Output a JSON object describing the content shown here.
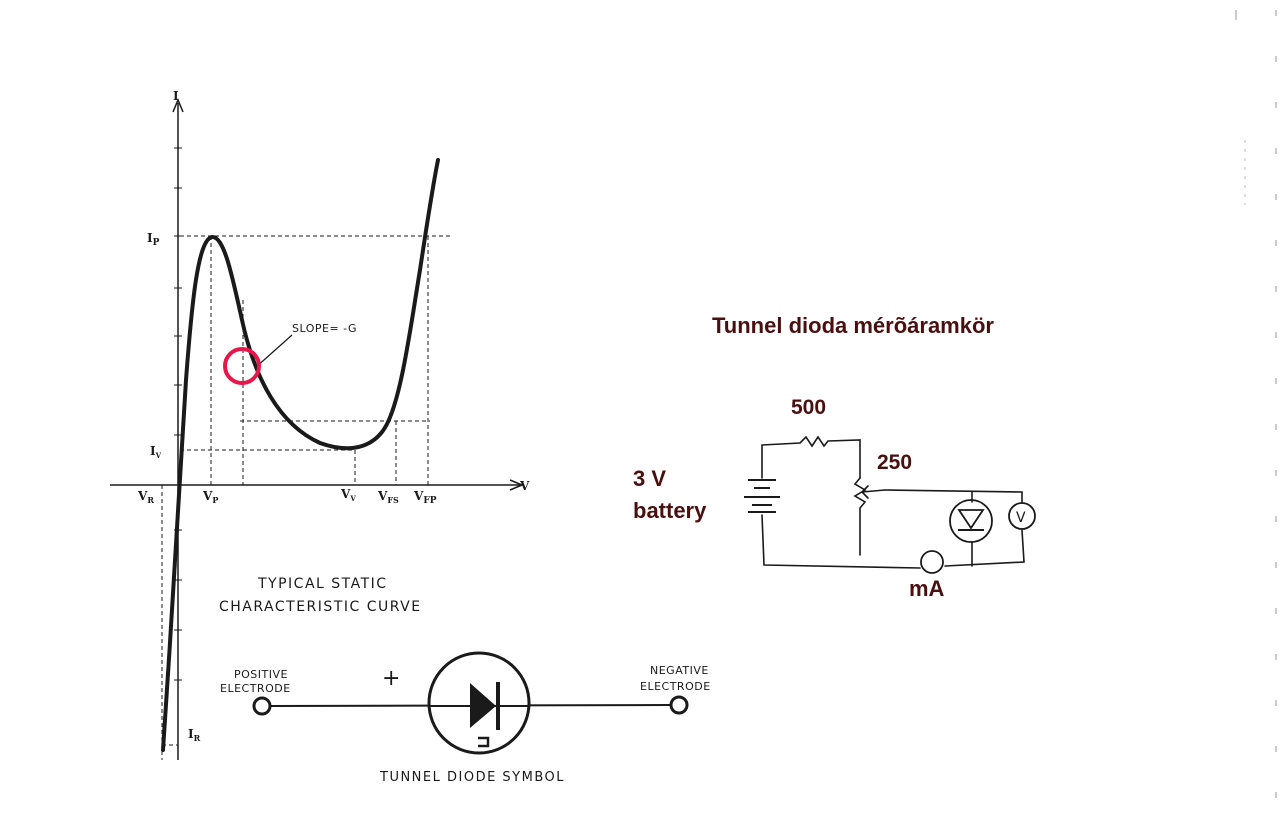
{
  "curve": {
    "axis_i": "I",
    "axis_v": "V",
    "ip": "I",
    "ip_sub": "P",
    "iv": "I",
    "iv_sub": "V",
    "ir": "I",
    "ir_sub": "R",
    "vr": "V",
    "vr_sub": "R",
    "vp": "V",
    "vp_sub": "P",
    "vv": "V",
    "vv_sub": "V",
    "vfs": "V",
    "vfs_sub": "FS",
    "vfp": "V",
    "vfp_sub": "FP",
    "slope": "SLOPE= -G",
    "caption_line1": "TYPICAL STATIC",
    "caption_line2": "CHARACTERISTIC CURVE",
    "highlight_color": "#e8174a"
  },
  "symbol": {
    "positive_line1": "POSITIVE",
    "positive_line2": "ELECTRODE",
    "negative_line1": "NEGATIVE",
    "negative_line2": "ELECTRODE",
    "plus": "+",
    "caption": "TUNNEL DIODE SYMBOL"
  },
  "circuit": {
    "title": "Tunnel dioda mérõáramkör",
    "resistor_label": "500",
    "pot_label": "250",
    "battery_line1": "3 V",
    "battery_line2": "battery",
    "ammeter_label": "mA",
    "voltmeter_symbol": "V",
    "text_color": "#4a1010"
  }
}
